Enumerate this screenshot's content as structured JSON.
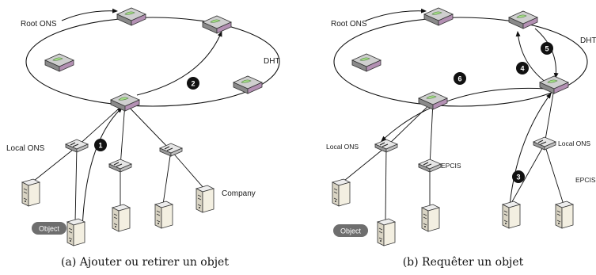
{
  "panel_a": {
    "root_label": "Root ONS",
    "dht_label": "DHT",
    "local_label": "Local ONS",
    "company_label": "Company",
    "object_label": "Object",
    "steps": [
      "1",
      "2"
    ],
    "caption": "(a) Ajouter ou retirer un objet"
  },
  "panel_b": {
    "root_label": "Root ONS",
    "dht_label": "DHT",
    "local_label_left": "Local ONS",
    "epcis_left": "EPCIS",
    "local_label_right": "Local ONS",
    "epcis_right": "EPCIS",
    "object_label": "Object",
    "steps": [
      "3",
      "4",
      "5",
      "6"
    ],
    "caption": "(b) Requêter un objet"
  },
  "colors": {
    "router_top": "#c9c9c9",
    "router_accent": "#a8e08a",
    "router_side": "#b390b3",
    "object_pill": "#6e6e6e",
    "badge": "#111111"
  }
}
